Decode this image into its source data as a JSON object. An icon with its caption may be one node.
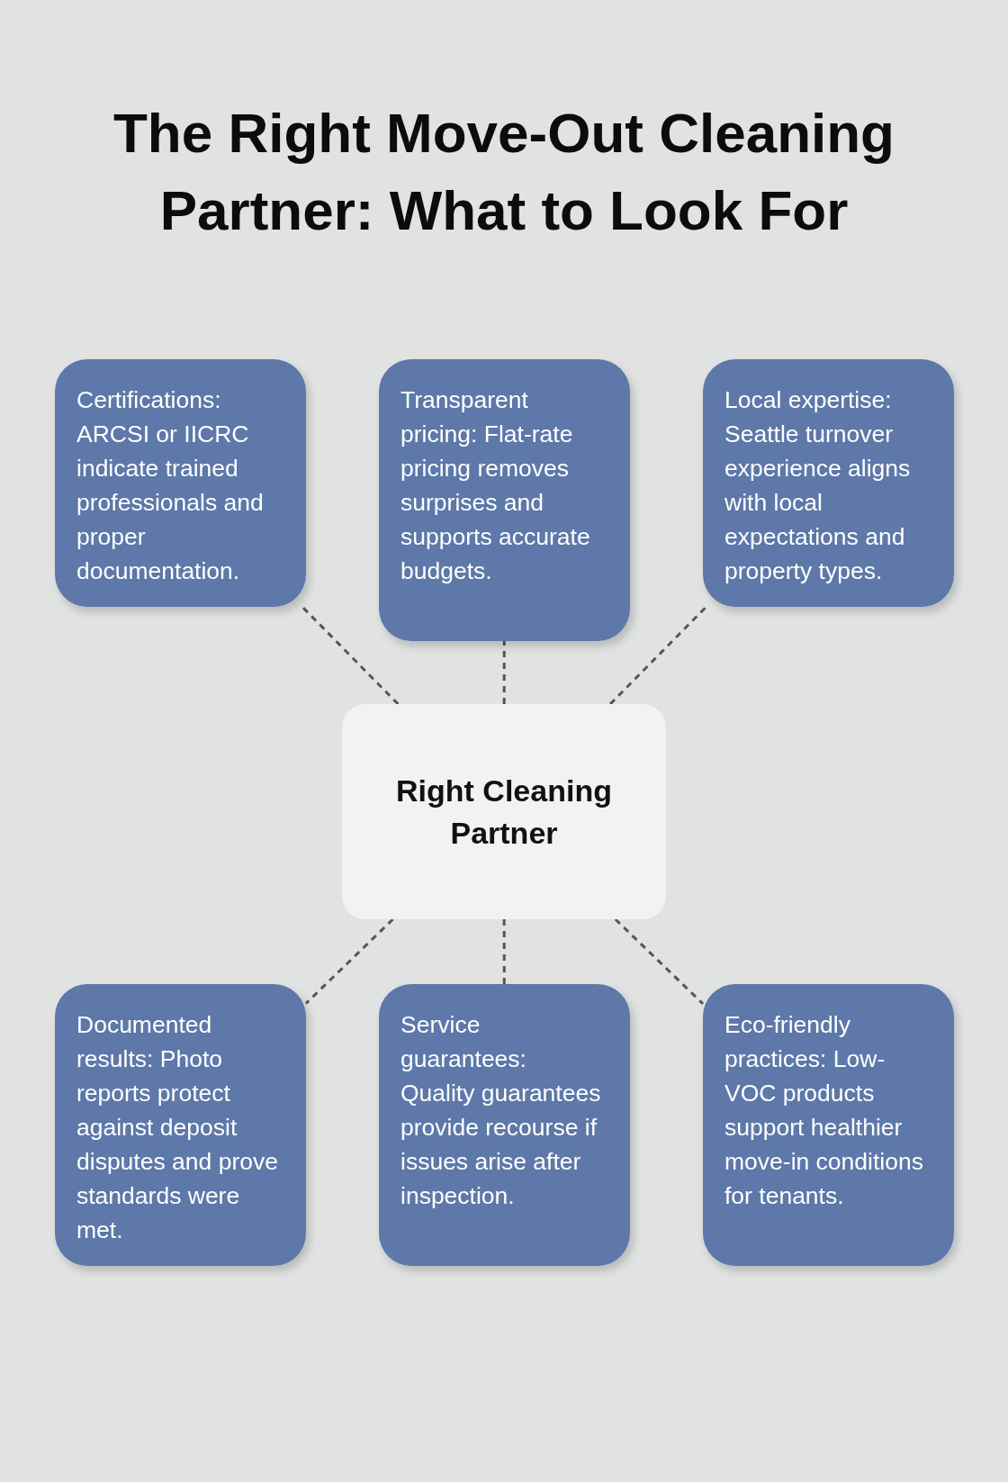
{
  "diagram": {
    "title": "The Right Move-Out Cleaning Partner: What to Look For",
    "nodes": [
      {
        "text": [
          "Certifications: ARCSI or IICRC indicate trained professionals and proper documentation."
        ]
      },
      {
        "text": [
          "Transparent pricing: Flat-rate pricing removes surprises and supports accurate budgets."
        ]
      },
      {
        "text": [
          "Local expertise: Seattle turnover experience aligns with local expectations and property types."
        ]
      },
      {
        "text": [
          "Right Cleaning Partner"
        ]
      },
      {
        "text": [
          "Documented results: Photo reports protect against deposit disputes and prove standards were met."
        ]
      },
      {
        "text": [
          "Service guarantees: Quality guarantees provide recourse if issues arise after inspection."
        ]
      },
      {
        "text": [
          "Eco-friendly practices: Low-VOC products support healthier move-in conditions for tenants."
        ]
      }
    ],
    "edges": [
      {
        "from": 3,
        "to": 0,
        "arrow": "none",
        "style": "dashed"
      },
      {
        "from": 3,
        "to": 1,
        "arrow": "none",
        "style": "dashed"
      },
      {
        "from": 3,
        "to": 2,
        "arrow": "none",
        "style": "dashed"
      },
      {
        "from": 3,
        "to": 4,
        "arrow": "none",
        "style": "dashed"
      },
      {
        "from": 3,
        "to": 5,
        "arrow": "none",
        "style": "dashed"
      },
      {
        "from": 3,
        "to": 6,
        "arrow": "none",
        "style": "dashed"
      }
    ]
  }
}
